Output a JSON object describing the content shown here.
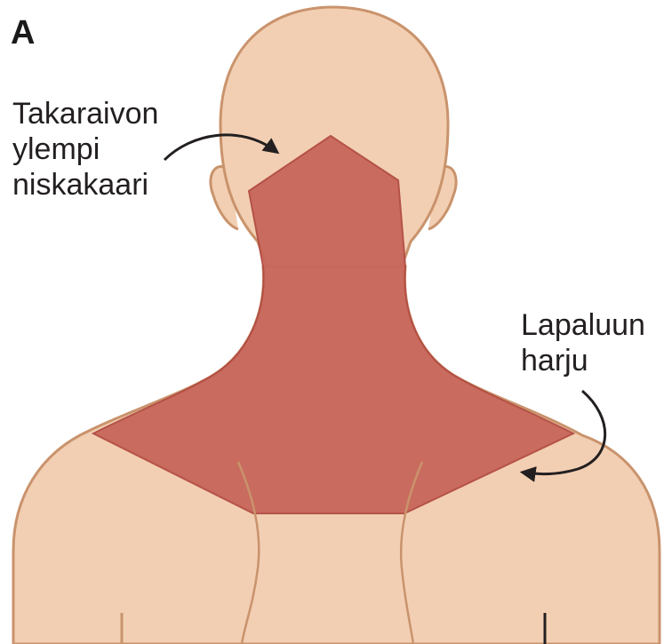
{
  "panel_label": "A",
  "labels": {
    "occipital_line": [
      "Takaraivon",
      "ylempi",
      "niskakaari"
    ],
    "scapular_spine": [
      "Lapaluun",
      "harju"
    ]
  },
  "colors": {
    "skin": "#F2CFB3",
    "skin_outline": "#C9936C",
    "shaded_region": "#C7665A",
    "shaded_region_edge": "#B24C42",
    "arrow": "#231F20",
    "text": "#231F20"
  },
  "icons": {
    "arrow_to_occiput": "curved-arrow",
    "arrow_to_scapula": "curved-arrow"
  }
}
